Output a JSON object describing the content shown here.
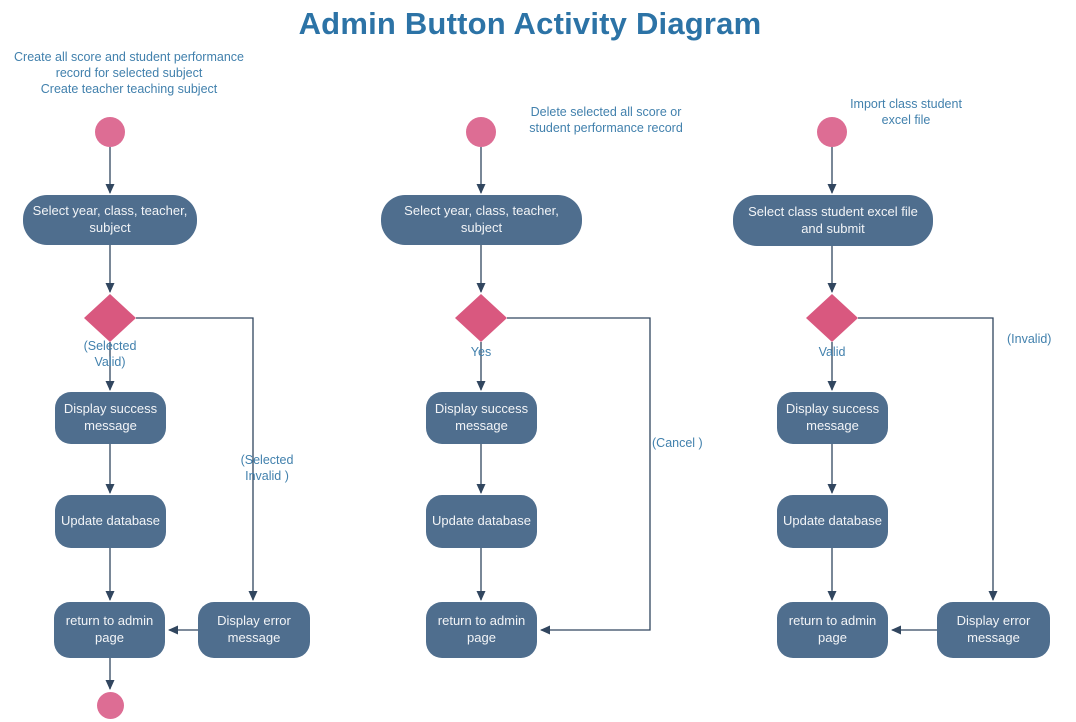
{
  "title": "Admin Button Activity Diagram",
  "colors": {
    "title": "#2c73a6",
    "label": "#4281ad",
    "box": "#4f6e8e",
    "circle": "#dd6d94",
    "diamond": "#d9587f",
    "line": "#31465f"
  },
  "flows": [
    {
      "heading": "Create all score and student performance\nrecord for selected subject\nCreate teacher teaching subject",
      "select": "Select year, class, teacher,\nsubject",
      "decision_label": "(Selected\nValid)",
      "branch_label": "(Selected\nInvalid )",
      "success": "Display success\nmessage",
      "update": "Update database",
      "return": "return to admin\npage",
      "error": "Display error\nmessage"
    },
    {
      "heading": "Delete selected all score or\nstudent performance record",
      "select": "Select year, class, teacher,\nsubject",
      "decision_label": "Yes",
      "branch_label": "(Cancel )",
      "success": "Display success\nmessage",
      "update": "Update database",
      "return": "return to admin\npage"
    },
    {
      "heading": "Import class student\nexcel file",
      "select": "Select class student excel file\nand submit",
      "decision_label": "Valid",
      "branch_label": "(Invalid)",
      "success": "Display success\nmessage",
      "update": "Update database",
      "return": "return to admin\npage",
      "error": "Display error\nmessage"
    }
  ]
}
